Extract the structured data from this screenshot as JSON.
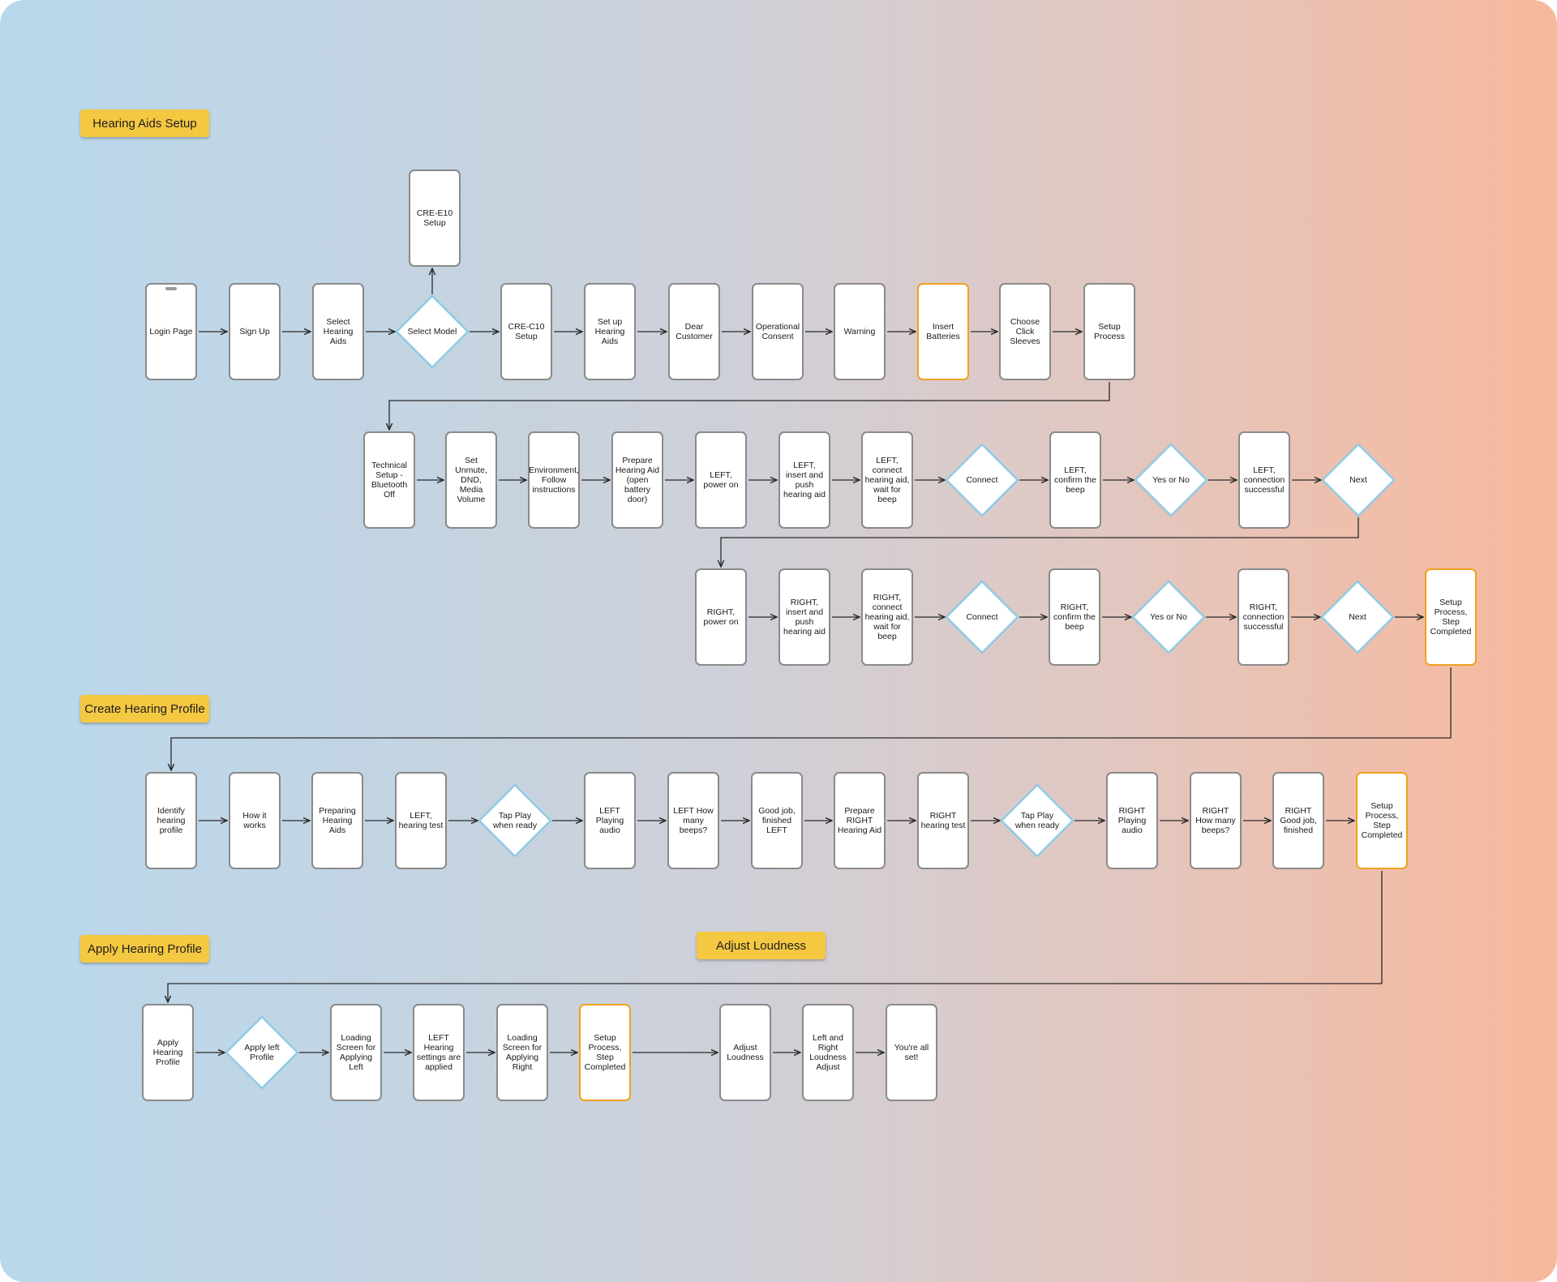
{
  "sections": [
    {
      "id": "setup",
      "label": "Hearing Aids Setup"
    },
    {
      "id": "create",
      "label": "Create Hearing Profile"
    },
    {
      "id": "apply",
      "label": "Apply Hearing Profile"
    },
    {
      "id": "loudness",
      "label": "Adjust Loudness"
    }
  ],
  "nodes": {
    "login": "Login Page",
    "signup": "Sign Up",
    "select_hearing_aids": "Select Hearing Aids",
    "select_model": "Select Model",
    "cre_e10": "CRE-E10 Setup",
    "cre_c10": "CRE-C10 Setup",
    "set_up_hearing_aids": "Set up Hearing Aids",
    "dear_customer": "Dear Customer",
    "operational_consent": "Operational Consent",
    "warning": "Warning",
    "insert_batteries": "Insert Batteries",
    "choose_click_sleeves": "Choose Click Sleeves",
    "setup_process": "Setup Process",
    "technical_setup": "Technical Setup - Bluetooth Off",
    "set_unmute": "Set Unmute, DND, Media Volume",
    "environment": "Environment, Follow instructions",
    "prepare_hearing_aid": "Prepare Hearing Aid (open battery door)",
    "left_power_on": "LEFT, power on",
    "left_insert_push": "LEFT, insert and push hearing aid",
    "left_connect_wait": "LEFT, connect hearing aid, wait for beep",
    "connect_1": "Connect",
    "left_confirm_beep": "LEFT, confirm the beep",
    "yes_or_no_1": "Yes or No",
    "left_connection_success": "LEFT, connection successful",
    "next_1": "Next",
    "right_power_on": "RIGHT, power on",
    "right_insert_push": "RIGHT, insert and push hearing aid",
    "right_connect_wait": "RIGHT, connect hearing aid, wait for beep",
    "connect_2": "Connect",
    "right_confirm_beep": "RIGHT, confirm the beep",
    "yes_or_no_2": "Yes or No",
    "right_connection_success": "RIGHT, connection successful",
    "next_2": "Next",
    "setup_step_completed_1": "Setup Process, Step Completed",
    "identify_profile": "Identify hearing profile",
    "how_it_works": "How it works",
    "preparing_hearing_aids": "Preparing Hearing Aids",
    "left_hearing_test": "LEFT, hearing test",
    "tap_play_1": "Tap Play when ready",
    "left_playing_audio": "LEFT Playing audio",
    "left_how_many_beeps": "LEFT How many beeps?",
    "good_job_left": "Good job, finished LEFT",
    "prepare_right": "Prepare RIGHT Hearing Aid",
    "right_hearing_test": "RIGHT hearing test",
    "tap_play_2": "Tap Play when ready",
    "right_playing_audio": "RIGHT Playing audio",
    "right_how_many_beeps": "RIGHT How many beeps?",
    "right_good_job": "RIGHT Good job, finished",
    "setup_step_completed_2": "Setup Process, Step Completed",
    "apply_hearing_profile": "Apply Hearing Profile",
    "apply_left_profile": "Apply left Profile",
    "loading_left": "Loading Screen for Applying Left",
    "left_settings_applied": "LEFT Hearing settings are applied",
    "loading_right": "Loading Screen for Applying Right",
    "setup_step_completed_3": "Setup Process, Step Completed",
    "adjust_loudness": "Adjust Loudness",
    "left_right_loudness": "Left and Right Loudness Adjust",
    "youre_all_set": "You're all set!"
  },
  "colors": {
    "section_label_bg": "#f5c842",
    "node_border": "#8a8a8a",
    "highlight_border": "#f0a020",
    "decision_border": "#8fcbe3",
    "connector": "#2a2a2a"
  }
}
